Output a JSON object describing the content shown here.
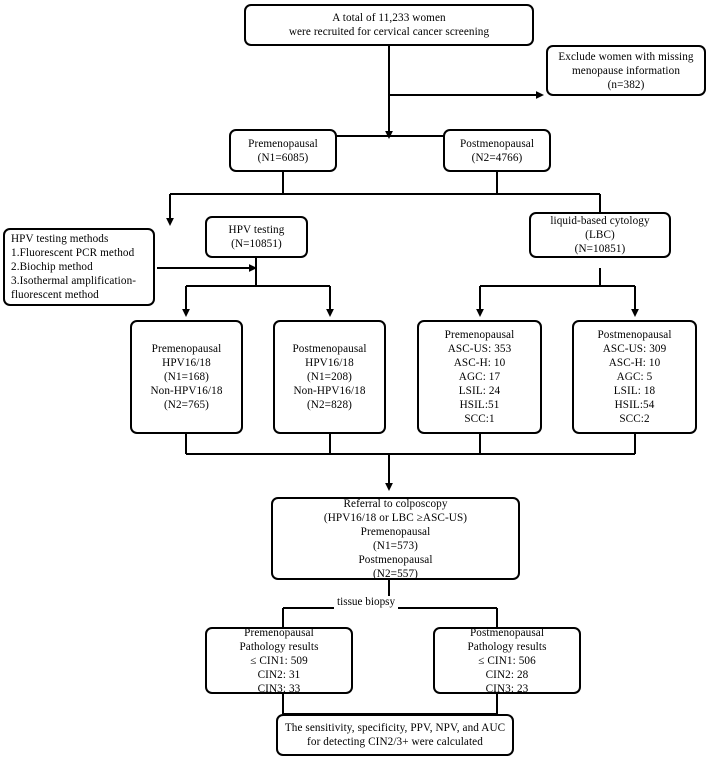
{
  "diagram": {
    "title": "Cervical cancer screening study flow diagram",
    "type": "flowchart",
    "colors": {
      "stroke": "#000000",
      "fill": "#ffffff",
      "text": "#000000"
    },
    "nodes": {
      "total_cohort": {
        "id": "total-cohort",
        "lines": [
          "A total of 11,233 women",
          "were recruited for cervical cancer screening"
        ]
      },
      "excluded": {
        "id": "excluded-missing-menopause",
        "lines": [
          "Exclude women with missing",
          "menopause information",
          "(n=382)"
        ]
      },
      "premenopausal": {
        "id": "premenopausal-cohort",
        "lines": [
          "Premenopausal",
          "(N1=6085)"
        ]
      },
      "postmenopausal": {
        "id": "postmenopausal-cohort",
        "lines": [
          "Postmenopausal",
          "(N2=4766)"
        ]
      },
      "hpv_testing": {
        "id": "hpv-testing",
        "lines": [
          "HPV testing",
          "(N=10851)"
        ]
      },
      "lbc": {
        "id": "liquid-based-cytology",
        "lines": [
          "liquid-based cytology",
          "(LBC)",
          "(N=10851)"
        ]
      },
      "hpv_methods": {
        "id": "hpv-testing-methods",
        "lines": [
          "HPV testing methods",
          "1.Fluorescent PCR method",
          "2.Biochip method",
          "3.Isothermal amplification-",
          "fluorescent method"
        ]
      },
      "pre_hpv": {
        "id": "premenopausal-hpv-results",
        "lines": [
          "Premenopausal",
          "HPV16/18",
          "(N1=168)",
          "Non-HPV16/18",
          "(N2=765)"
        ]
      },
      "post_hpv": {
        "id": "postmenopausal-hpv-results",
        "lines": [
          "Postmenopausal",
          "HPV16/18",
          "(N1=208)",
          "Non-HPV16/18",
          "(N2=828)"
        ]
      },
      "pre_lbc": {
        "id": "premenopausal-lbc-results",
        "lines": [
          "Premenopausal",
          "ASC-US: 353",
          "ASC-H: 10",
          "AGC: 17",
          "LSIL: 24",
          "HSIL:51",
          "SCC:1"
        ]
      },
      "post_lbc": {
        "id": "postmenopausal-lbc-results",
        "lines": [
          "Postmenopausal",
          "ASC-US: 309",
          "ASC-H: 10",
          "AGC: 5",
          "LSIL: 18",
          "HSIL:54",
          "SCC:2"
        ]
      },
      "referral": {
        "id": "referral-to-colposcopy",
        "lines": [
          "Referral to colposcopy",
          "(HPV16/18 or LBC ≥ASC-US)",
          "Premenopausal",
          "(N1=573)",
          "Postmenopausal",
          "(N2=557)"
        ]
      },
      "pre_path": {
        "id": "premenopausal-pathology",
        "lines": [
          "Premenopausal",
          "Pathology results",
          "≤ CIN1: 509",
          "CIN2: 31",
          "CIN3: 33"
        ]
      },
      "post_path": {
        "id": "postmenopausal-pathology",
        "lines": [
          "Postmenopausal",
          "Pathology results",
          "≤ CIN1: 506",
          "CIN2: 28",
          "CIN3: 23"
        ]
      },
      "outcome": {
        "id": "statistical-outcome",
        "lines": [
          "The sensitivity, specificity, PPV, NPV, and AUC",
          "for detecting CIN2/3+ were calculated"
        ]
      }
    },
    "edge_labels": {
      "tissue_biopsy": "tissue biopsy"
    }
  }
}
